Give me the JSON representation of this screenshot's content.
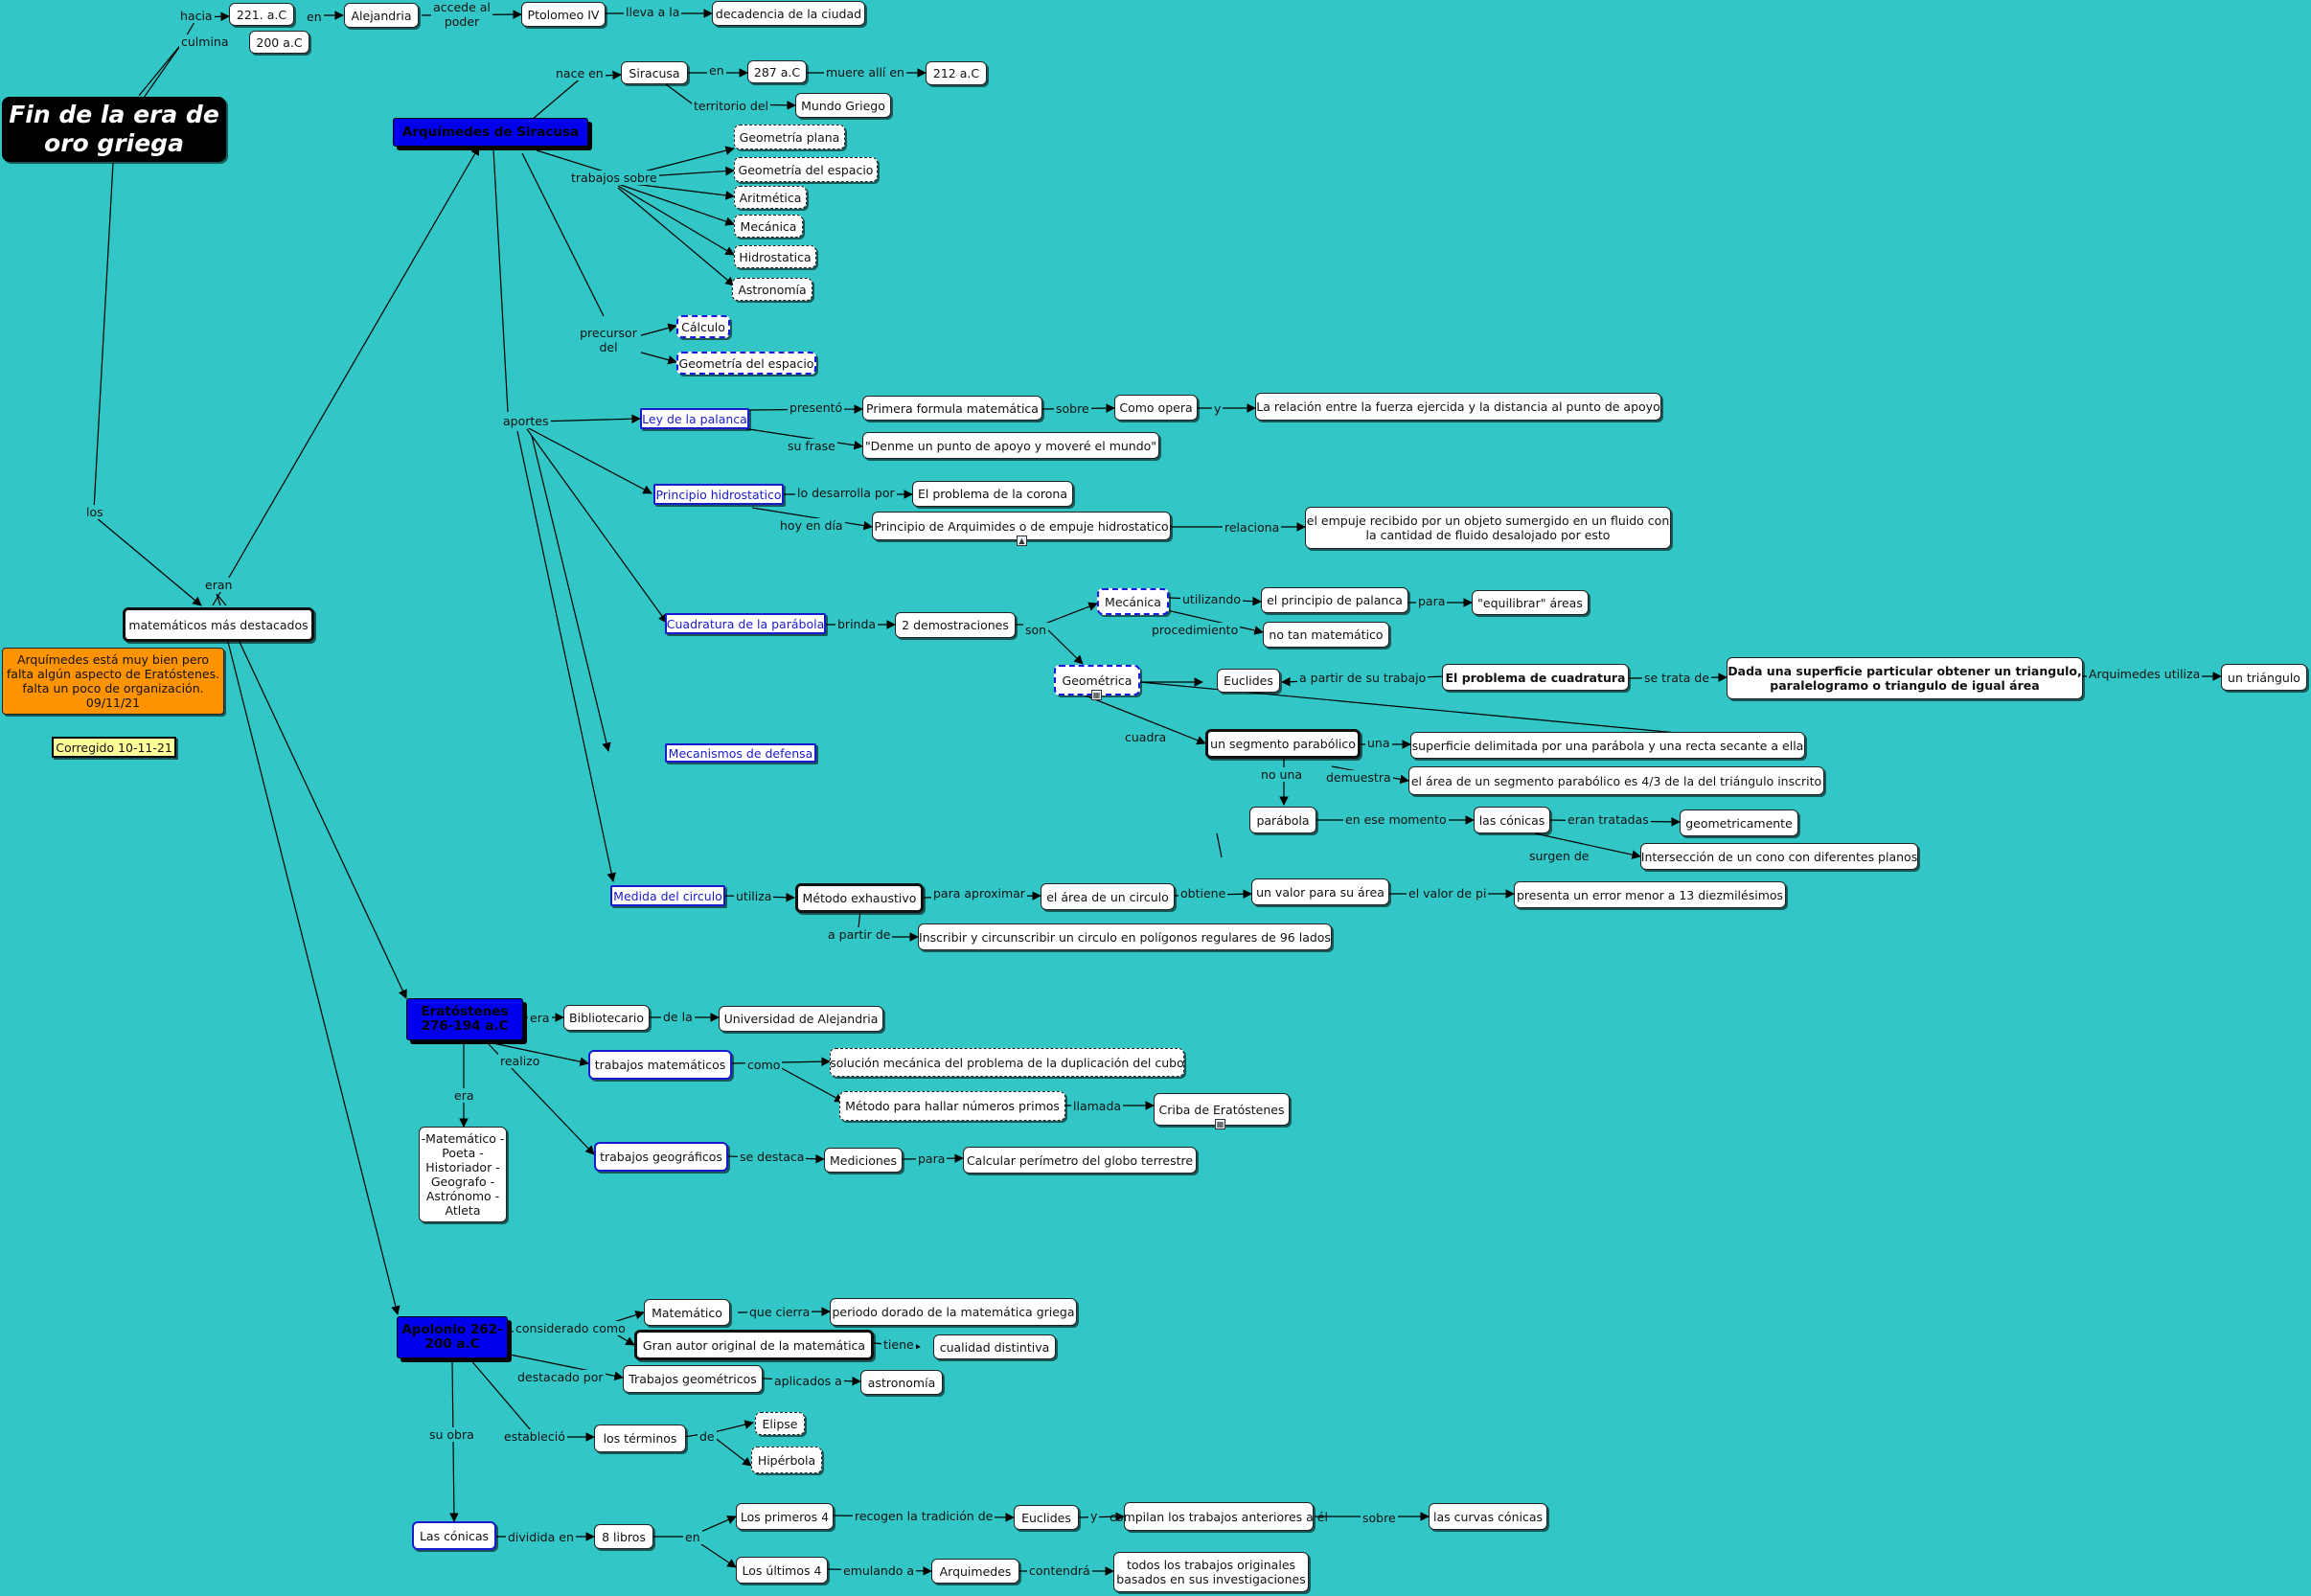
{
  "title": "Fin de la era de oro griega",
  "note": "Arquímedes está muy bien pero falta algún aspecto de Eratóstenes. falta un poco de organización. 09/11/21",
  "corrected": "Corregido 10-11-21",
  "nodes": {
    "y221": "221. a.C",
    "y200": "200 a.C",
    "alejandria": "Alejandria",
    "ptolomeo": "Ptolomeo IV",
    "decadencia": "decadencia de la ciudad",
    "arquimedes": "Arquímedes de Siracusa",
    "siracusa": "Siracusa",
    "y287": "287 a.C",
    "y212": "212 a.C",
    "mundo_griego": "Mundo Griego",
    "geo_plana": "Geometría plana",
    "geo_espacio": "Geometría del espacio",
    "aritmetica": "Aritmética",
    "mecanica": "Mecánica",
    "hidrostatica": "Hidrostatica",
    "astronomia": "Astronomía",
    "calculo": "Cálculo",
    "geo_espacio2": "Geometría del espacio",
    "ley_palanca": "Ley de la palanca",
    "primera_formula": "Primera formula matemática",
    "como_opera": "Como opera",
    "relacion": "La relación entre la fuerza ejercida y la distancia al punto de apoyo",
    "denme": "\"Denme un punto de apoyo y moveré el mundo\"",
    "principio_hidro": "Principio hidrostatico",
    "problema_corona": "El problema de la corona",
    "principio_arq": "Principio de Arquimides o de empuje hidrostatico",
    "empuje": "el empuje recibido por un objeto sumergido en un fluido con la cantidad de fluido desalojado por esto",
    "cuadratura": "Cuadratura de la parábola",
    "dos_demos": "2 demostraciones",
    "mecanica2": "Mecánica",
    "principio_palanca": "el principio de palanca",
    "equilibrar": "\"equilibrar\" áreas",
    "no_tan": "no tan matemático",
    "geometrica": "Geométrica",
    "euclides": "Euclides",
    "problema_cuad": "El problema de cuadratura",
    "dada": "Dada una superficie particular obtener un triangulo, paralelogramo o triangulo de igual área",
    "un_triangulo": "un triángulo",
    "segmento": "un segmento parabólico",
    "superficie": "superficie  delimitada por una parábola y una recta secante a ella",
    "area_segmento": "el área de un segmento parabólico es 4/3 de la del triángulo inscrito",
    "parabola": "parábola",
    "las_conicas": "las cónicas",
    "geometricamente": "geometricamente",
    "interseccion": "Intersección de un cono con diferentes planos",
    "mecanismos": "Mecanismos de  defensa",
    "medida": "Medida del circulo",
    "metodo_exh": "Método exhaustivo",
    "area_circulo": "el área de un circulo",
    "valor_area": "un valor para su área",
    "error": "presenta un error menor a 13 diezmilésimos",
    "inscribir": "Inscribir y circunscribir un circulo en polígonos regulares de 96 lados",
    "matematicos": "matemáticos más destacados",
    "eratostenes": "Eratóstenes 276-194 a.C",
    "bibliotecario": "Bibliotecario",
    "universidad": "Universidad de Alejandria",
    "oficios": "-Matemático -Poeta -Historiador -Geografo -Astrónomo -Atleta",
    "trab_mat": "trabajos matemáticos",
    "solucion_cubo": "solución mecánica del problema de la duplicación del cubo",
    "metodo_primos": "Método para hallar números primos",
    "criba": "Criba de Eratóstenes",
    "trab_geo": "trabajos geográficos",
    "mediciones": "Mediciones",
    "perimetro": "Calcular perímetro del globo terrestre",
    "apolonio": "Apolonio 262-200 a.C",
    "matematico": "Matemático",
    "periodo": "periodo dorado de la matemática griega",
    "gran_autor": "Gran autor original de la matemática",
    "cualidad": "cualidad distintiva",
    "trab_geometricos": "Trabajos geométricos",
    "astronomia2": "astronomía",
    "terminos": "los términos",
    "elipse": "Elipse",
    "hiperbola": "Hipérbola",
    "las_conicas2": "Las cónicas",
    "ocho_libros": "8 libros",
    "primeros4": "Los primeros 4",
    "euclides2": "Euclides",
    "compilan": "compilan los trabajos anteriores a  él",
    "curvas": "las curvas cónicas",
    "ultimos4": "Los últimos 4",
    "arquimedes2": "Arquimedes",
    "todos_trabajos": "todos los trabajos originales basados en sus investigaciones"
  },
  "links": {
    "hacia": "hacia",
    "culmina": "culmina",
    "en1": "en",
    "accede": "accede al poder",
    "lleva": "lleva a la",
    "nace": "nace en",
    "en2": "en",
    "muere": "muere allí en",
    "territorio": "territorio del",
    "trabajos_sobre": "trabajos sobre",
    "precursor": "precursor del",
    "aportes": "aportes",
    "presento": "presentó",
    "sobre": "sobre",
    "y1": "y",
    "su_frase": "su frase",
    "lo_desarrolla": "lo desarrolla por",
    "hoy": "hoy en día",
    "relaciona": "relaciona",
    "brinda": "brinda",
    "son": "son",
    "utilizando": "utilizando",
    "para1": "para",
    "procedimiento": "procedimiento",
    "a_partir_trabajo": "a partir de su trabajo",
    "se_trata": "se  trata de",
    "arq_utiliza": "Arquimedes utiliza",
    "cuadra": "cuadra",
    "una": "una",
    "no_una": "no una",
    "demuestra": "demuestra",
    "momento": "en ese momento",
    "eran_tratadas": "eran tratadas",
    "surgen": "surgen de",
    "utiliza": "utiliza",
    "para_aprox": "para aproximar",
    "obtiene": "obtiene",
    "valor_pi": "el valor de pi",
    "a_partir": "a partir de",
    "los": "los",
    "eran": "eran",
    "era1": "era",
    "de_la": "de la",
    "era2": "era",
    "realizo": "realizo",
    "como": "como",
    "llamada": "llamada",
    "destaca": "se destaca",
    "para2": "para",
    "considerado": "considerado como",
    "que_cierra": "que cierra",
    "tiene": "tiene",
    "destacado": "destacado por",
    "aplicados": "aplicados a",
    "su_obra": "su obra",
    "establecio": "estableció",
    "de": "de",
    "dividida": "dividida en",
    "en3": "en",
    "recogen": "recogen la tradición de",
    "y2": "y",
    "sobre2": "sobre",
    "emulando": "emulando a",
    "contendra": "contendrá"
  }
}
